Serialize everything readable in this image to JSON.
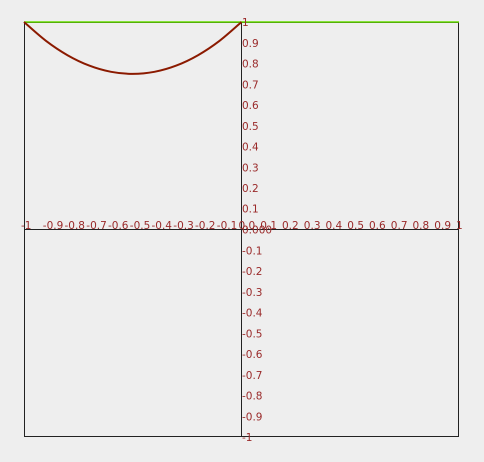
{
  "chart_data": {
    "type": "line",
    "xlim": [
      -1,
      1
    ],
    "ylim": [
      -1,
      1
    ],
    "grid": false,
    "x_tick_labels": [
      "-1",
      "-0.9",
      "-0.8",
      "-0.7",
      "-0.6",
      "-0.5",
      "-0.4",
      "-0.3",
      "-0.2",
      "-0.1",
      "0.0",
      "0.1",
      "0.2",
      "0.3",
      "0.4",
      "0.5",
      "0.6",
      "0.7",
      "0.8",
      "0.9",
      "1"
    ],
    "y_tick_labels": [
      "1",
      "0.9",
      "0.8",
      "0.7",
      "0.6",
      "0.5",
      "0.4",
      "0.3",
      "0.2",
      "0.1",
      "0.000",
      "-0.1",
      "-0.2",
      "-0.3",
      "-0.4",
      "-0.5",
      "-0.6",
      "-0.7",
      "-0.8",
      "-0.9",
      "-1"
    ],
    "series": [
      {
        "color": "#66dd00",
        "x": [
          -1,
          1
        ],
        "y": [
          1,
          1
        ]
      },
      {
        "color": "#8b1a00",
        "x": [
          -1,
          -0.9,
          -0.8,
          -0.7,
          -0.6,
          -0.5,
          -0.4,
          -0.3,
          -0.2,
          -0.1,
          0
        ],
        "y": [
          1,
          0.91,
          0.84,
          0.79,
          0.76,
          0.75,
          0.76,
          0.79,
          0.84,
          0.91,
          1
        ]
      }
    ]
  }
}
